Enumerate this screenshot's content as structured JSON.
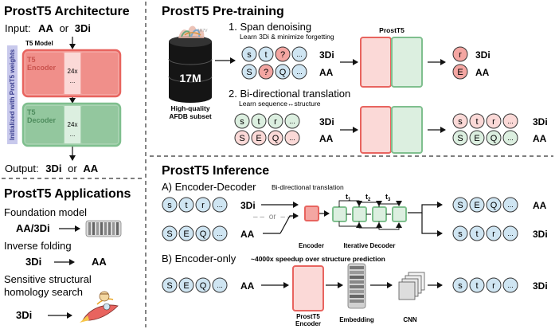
{
  "colors": {
    "red_stroke": "#e8645f",
    "red_fill": "#f4a6a2",
    "red_light": "#fbd9d7",
    "green_stroke": "#7fbf8e",
    "green_fill": "#a9d3b2",
    "green_light": "#dcefe0",
    "blue_fill": "#cfe5f2",
    "blue_stroke": "#3a3a3a",
    "violet_band": "#c8c9ec",
    "dark": "#111111",
    "gray": "#777777"
  },
  "architecture": {
    "title": "ProstT5 Architecture",
    "input_label": "Input:",
    "input_aa": "AA",
    "input_or": "or",
    "input_3di": "3Di",
    "model_label": "T5 Model",
    "side_label": "Initialized with ProtT5 weights",
    "encoder_label": "T5\nEncoder",
    "decoder_label": "T5\nDecoder",
    "repeat_label": "24x",
    "dots": "...",
    "output_label": "Output:",
    "output_3di": "3Di",
    "output_or": "or",
    "output_aa": "AA"
  },
  "applications": {
    "title": "ProstT5 Applications",
    "foundation": "Foundation model",
    "foundation_io": "AA/3Di",
    "inverse": "Inverse folding",
    "inverse_from": "3Di",
    "inverse_to": "AA",
    "search": "Sensitive structural homology search",
    "search_from": "3Di"
  },
  "pretraining": {
    "title": "ProstT5 Pre-training",
    "db_count": "17M",
    "db_label_1": "High-quality",
    "db_label_2": "AFDB subset",
    "step1_title": "1. Span denoising",
    "step1_sub": "Learn 3Di & minimize forgetting",
    "model_name": "ProstT5",
    "step2_title": "2. Bi-directional translation",
    "step2_sub": "Learn sequence↔structure",
    "tag_3di": "3Di",
    "tag_aa": "AA",
    "row_3di_masked": [
      "s",
      "t",
      "?",
      "..."
    ],
    "row_aa_masked": [
      "S",
      "?",
      "Q",
      "..."
    ],
    "out_3di": "r",
    "out_aa": "E",
    "row_3di": [
      "s",
      "t",
      "r",
      "..."
    ],
    "row_aa": [
      "S",
      "E",
      "Q",
      "..."
    ]
  },
  "inference": {
    "title": "ProstT5 Inference",
    "a_title": "A) Encoder-Decoder",
    "a_sub": "Bi-directional translation",
    "or_text": "or",
    "encoder_label": "Encoder",
    "decoder_label": "Iterative Decoder",
    "t_labels": [
      "t",
      "t",
      "t"
    ],
    "t_subs": [
      "1",
      "2",
      "3"
    ],
    "b_title": "B) Encoder-only",
    "b_sub": "~4000x speedup over structure prediction",
    "b_encoder_1": "ProstT5",
    "b_encoder_2": "Encoder",
    "embedding_label": "Embedding",
    "cnn_label": "CNN",
    "tag_3di": "3Di",
    "tag_aa": "AA",
    "row_3di": [
      "s",
      "t",
      "r",
      "..."
    ],
    "row_aa": [
      "S",
      "E",
      "Q",
      "..."
    ]
  }
}
